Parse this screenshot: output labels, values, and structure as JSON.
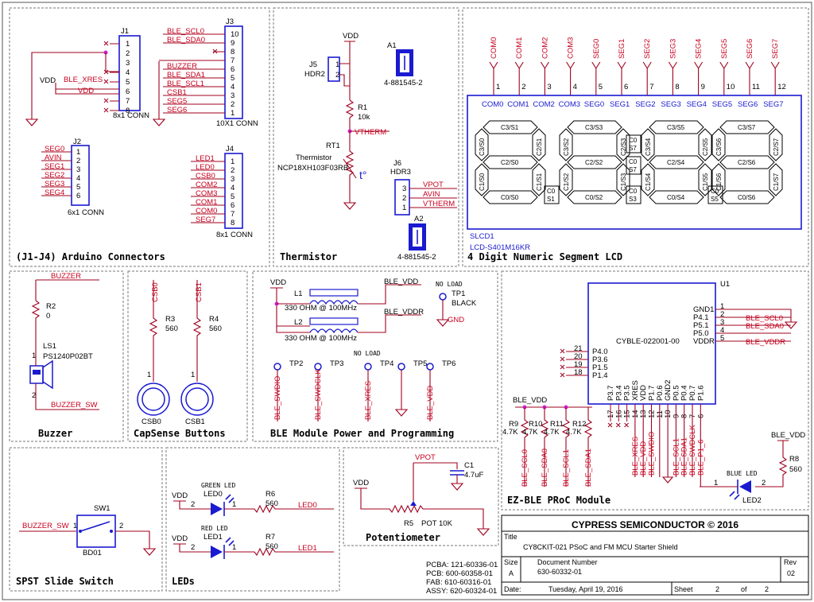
{
  "sections": {
    "arduino": "(J1-J4) Arduino Connectors",
    "thermistor": "Thermistor",
    "lcd": "4 Digit Numeric Segment LCD",
    "buzzer": "Buzzer",
    "capsense": "CapSense Buttons",
    "ble_power": "BLE Module Power and Programming",
    "ezble": "EZ-BLE PRoC Module",
    "switch": "SPST Slide Switch",
    "leds": "LEDs",
    "pot": "Potentiometer"
  },
  "j1": {
    "ref": "J1",
    "type": "8x1 CONN",
    "pins": [
      "1",
      "2",
      "3",
      "4",
      "5",
      "6",
      "7",
      "8"
    ],
    "nets": [
      "BLE_XRES",
      "VDD"
    ],
    "vdd": "VDD"
  },
  "j2": {
    "ref": "J2",
    "type": "6x1 CONN",
    "pins": [
      "1",
      "2",
      "3",
      "4",
      "5",
      "6"
    ],
    "nets": [
      "SEG0",
      "AVIN",
      "SEG1",
      "SEG2",
      "SEG3",
      "SEG4"
    ]
  },
  "j3": {
    "ref": "J3",
    "type": "10X1 CONN",
    "pins": [
      "10",
      "9",
      "8",
      "7",
      "6",
      "5",
      "4",
      "3",
      "2",
      "1"
    ],
    "nets": [
      "BLE_SCL0",
      "BLE_SDA0",
      "BUZZER",
      "BLE_SDA1",
      "BLE_SCL1",
      "CSB1",
      "SEG5",
      "SEG6"
    ]
  },
  "j4": {
    "ref": "J4",
    "type": "8x1 CONN",
    "pins": [
      "1",
      "2",
      "3",
      "4",
      "5",
      "6",
      "7",
      "8"
    ],
    "nets": [
      "LED1",
      "LED0",
      "CSB0",
      "COM2",
      "COM3",
      "COM1",
      "COM0",
      "SEG7"
    ]
  },
  "thermistor": {
    "vdd": "VDD",
    "j5": "J5",
    "j5type": "HDR2",
    "pins2": [
      "1",
      "2"
    ],
    "r1": "R1",
    "r1val": "10k",
    "vtherm": "VTHERM",
    "rt1": "RT1",
    "rt1type": "Thermistor",
    "rt1part": "NCP18XH103F03RB",
    "tsym": "t°",
    "a1": "A1",
    "a2": "A2",
    "apart": "4-881545-2",
    "j6": "J6",
    "j6type": "HDR3",
    "pins3": [
      "3",
      "2",
      "1"
    ],
    "j6nets": [
      "VPOT",
      "AVIN",
      "VTHERM"
    ]
  },
  "lcd": {
    "coms": [
      "COM0",
      "COM1",
      "COM2",
      "COM3",
      "SEG0",
      "SEG1",
      "SEG2",
      "SEG3",
      "SEG4",
      "SEG5",
      "SEG6",
      "SEG7"
    ],
    "pins": [
      "1",
      "2",
      "3",
      "4",
      "5",
      "6",
      "7",
      "8",
      "9",
      "10",
      "11",
      "12"
    ],
    "ref": "SLCD1",
    "part": "LCD-S401M16KR",
    "digits": [
      {
        "top": "C3/S1",
        "ul": "C3/S0",
        "ur": "C2/S1",
        "mid": "C2/S0",
        "ll": "C1/S0",
        "lr": "C1/S1",
        "bot": "C0/S0"
      },
      {
        "top": "C3/S3",
        "ul": "C3/S2",
        "ur": "C2/S3",
        "mid": "C2/S2",
        "ll": "C1/S2",
        "lr": "C1/S3",
        "bot": "C0/S2"
      },
      {
        "top": "C3/S5",
        "ul": "C3/S4",
        "ur": "C2/S5",
        "mid": "C2/S4",
        "ll": "C1/S4",
        "lr": "C1/S5",
        "bot": "C0/S4"
      },
      {
        "top": "C3/S7",
        "ul": "C3/S6",
        "ur": "C2/S7",
        "mid": "C2/S6",
        "ll": "C1/S6",
        "lr": "C1/S7",
        "bot": "C0/S6"
      }
    ],
    "dp": [
      [
        "C0",
        "S1"
      ],
      [
        "C0",
        "S3"
      ],
      [
        "C0",
        "S5"
      ]
    ],
    "colons": [
      [
        "C0",
        "S7"
      ],
      [
        "C0",
        "S7"
      ]
    ]
  },
  "buzzer": {
    "net1": "BUZZER",
    "r2": "R2",
    "r2val": "0",
    "ls1": "LS1",
    "ls1part": "PS1240P02BT",
    "net2": "BUZZER_SW",
    "p1": "1",
    "p2": "2"
  },
  "capsense": {
    "csb0": "CSB0",
    "csb1": "CSB1",
    "r3": "R3",
    "r4": "R4",
    "rval": "560",
    "p1": "1"
  },
  "ble_power": {
    "vdd": "VDD",
    "l1": "L1",
    "l2": "L2",
    "lval": "330 OHM @ 100MHz",
    "ble_vdd": "BLE_VDD",
    "ble_vddr": "BLE_VDDR",
    "noload": "NO LOAD",
    "tp1": "TP1",
    "black": "BLACK",
    "gnd": "GND",
    "tps": [
      "TP2",
      "TP3",
      "TP4",
      "TP5",
      "TP6"
    ],
    "tpnets": [
      "BLE_SWDIO",
      "BLE_SWDCLK",
      "BLE_XRES",
      "",
      "BLE_VDD"
    ]
  },
  "ezble": {
    "u1": "U1",
    "part": "CYBLE-022001-00",
    "right": [
      "GND1",
      "P4.1",
      "P5.1",
      "P5.0",
      "VDDR"
    ],
    "rpins": [
      "1",
      "2",
      "3",
      "4",
      "5"
    ],
    "rnets": [
      "BLE_SCL0",
      "BLE_SDA0",
      "BLE_VDDR"
    ],
    "left": [
      "P4.0",
      "P3.6",
      "P1.5",
      "P1.4"
    ],
    "lpins": [
      "21",
      "20",
      "19",
      "18"
    ],
    "bottom": [
      "P3.7",
      "P3.4",
      "P3.5",
      "XRES",
      "VDD",
      "P1.7",
      "P0.6",
      "GND2",
      "P0.5",
      "P0.4",
      "P0.7",
      "P1.6"
    ],
    "bpins": [
      "17",
      "16",
      "15",
      "14",
      "13",
      "12",
      "11",
      "10",
      "9",
      "8",
      "7",
      "6"
    ],
    "bnets": [
      "BLE_XRES",
      "BLE_VDD",
      "BLE_SWDIO",
      "BLE_SCL1",
      "BLE_SDA1",
      "BLE_SWDCLK",
      "BLE_P1_6"
    ],
    "ble_vdd": "BLE_VDD",
    "pullups": [
      "R9",
      "R10",
      "R11",
      "R12"
    ],
    "puval": "4.7K",
    "punets": [
      "BLE_SCL0",
      "BLE_SDA0",
      "BLE_SCL1",
      "BLE_SDA1"
    ],
    "r8": "R8",
    "r8val": "560",
    "led2": "LED2",
    "blue": "BLUE LED",
    "lp1": "1",
    "lp2": "2"
  },
  "switch": {
    "net": "BUZZER_SW",
    "sw": "SW1",
    "part": "BD01",
    "p1": "1",
    "p2": "2"
  },
  "leds": {
    "vdd": "VDD",
    "green": "GREEN LED",
    "red": "RED LED",
    "led0": "LED0",
    "led1": "LED1",
    "r6": "R6",
    "r7": "R7",
    "rval": "560",
    "n0": "LED0",
    "n1": "LED1",
    "p2": "2",
    "p1": "1"
  },
  "pot": {
    "vpot": "VPOT",
    "c1": "C1",
    "c1val": "4.7uF",
    "vdd": "VDD",
    "r5": "R5",
    "r5val": "POT 10K"
  },
  "fab": {
    "pcba": "PCBA:  121-60336-01",
    "pcb": "PCB:  600-60358-01",
    "fab": "FAB:  610-60316-01",
    "assy": "ASSY:  620-60324-01"
  },
  "title_block": {
    "company": "CYPRESS SEMICONDUCTOR  © 2016",
    "title_lbl": "Title",
    "title": "CY8CKIT-021 PSoC and FM MCU Starter Shield",
    "size_lbl": "Size",
    "size": "A",
    "doc_lbl": "Document Number",
    "doc": "630-60332-01",
    "rev_lbl": "Rev",
    "rev": "02",
    "date_lbl": "Date:",
    "date": "Tuesday, April 19, 2016",
    "sheet_lbl": "Sheet",
    "sheet": "2",
    "of": "of",
    "total": "2"
  }
}
